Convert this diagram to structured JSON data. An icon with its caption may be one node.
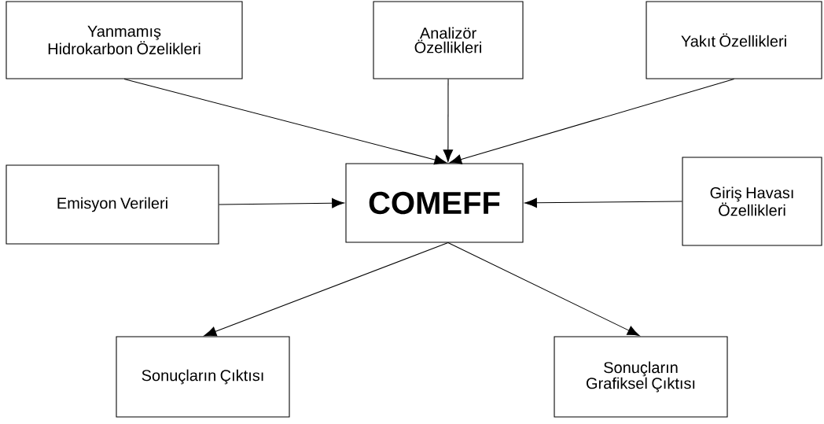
{
  "diagram": {
    "nodes": [
      {
        "text": [
          "Yanmamış Hidrokarbon Özelikleri"
        ]
      },
      {
        "text": [
          "Analizör Özellikleri"
        ]
      },
      {
        "text": [
          "Yakıt Özellikleri"
        ]
      },
      {
        "text": [
          "Emisyon Verileri"
        ]
      },
      {
        "text": [
          "COMEFF"
        ]
      },
      {
        "text": [
          "Giriş Havası Özellikleri"
        ]
      },
      {
        "text": [
          "Sonuçların Çıktısı"
        ]
      },
      {
        "text": [
          "Sonuçların Grafiksel Çıktısı"
        ]
      }
    ],
    "edges": [
      {
        "from": 0,
        "to": 4,
        "arrow": "to"
      },
      {
        "from": 1,
        "to": 4,
        "arrow": "to"
      },
      {
        "from": 2,
        "to": 4,
        "arrow": "to"
      },
      {
        "from": 3,
        "to": 4,
        "arrow": "to"
      },
      {
        "from": 5,
        "to": 4,
        "arrow": "to"
      },
      {
        "from": 4,
        "to": 6,
        "arrow": "to"
      },
      {
        "from": 4,
        "to": 7,
        "arrow": "to"
      }
    ]
  }
}
